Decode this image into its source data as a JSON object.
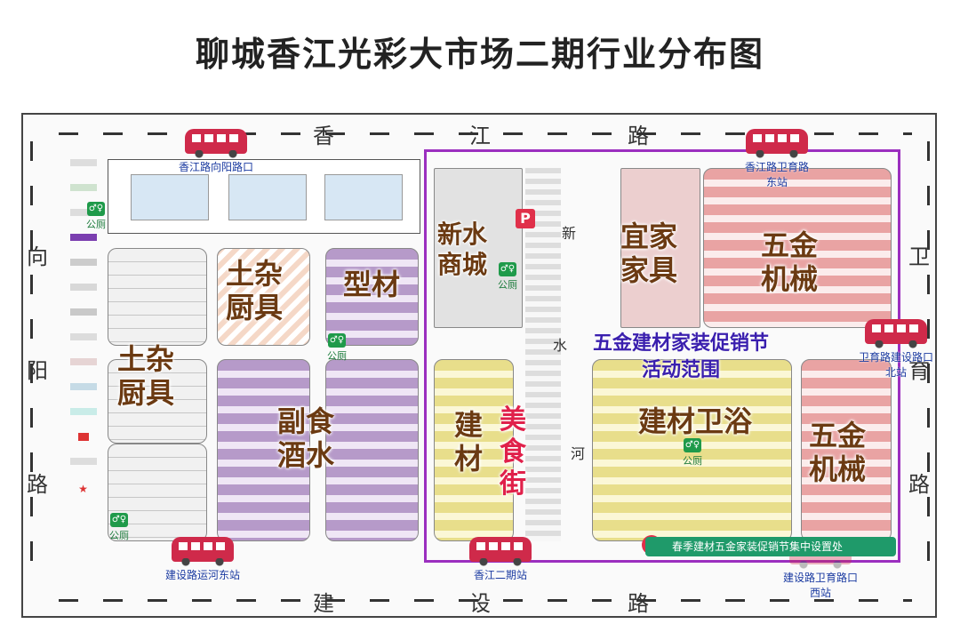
{
  "title": "聊城香江光彩大市场二期行业分布图",
  "roads": {
    "north": [
      "香",
      "江",
      "路"
    ],
    "south": [
      "建",
      "设",
      "路"
    ],
    "west": [
      "向",
      "阳",
      "路"
    ],
    "east": [
      "卫",
      "育",
      "路"
    ],
    "inner_xin": "新",
    "inner_shui": "水",
    "inner_he": "河"
  },
  "zones": {
    "tuza_north": "土杂\n厨具",
    "xingcai": "型材",
    "tuza_west": "土杂\n厨具",
    "fushi": "副食\n酒水",
    "xinshui": "新水\n商城",
    "yijia": "宜家\n家具",
    "wujin_north": "五金\n机械",
    "jiancai": "建\n材",
    "meishi": "美\n食\n街",
    "jiancai_weiyu": "建材卫浴",
    "wujin_south": "五金\n机械"
  },
  "promo": {
    "title": "五金建材家装促销节\n活动范围",
    "info": "春季建材五金家装促销节集中设置处",
    "border_color": "#9b2fbf"
  },
  "toilet_label": "公厕",
  "parking_icon": "P",
  "bus_stops": {
    "nw": "香江路向阳路口",
    "ne": "香江路卫育路\n东站",
    "e": "卫育路建设路口\n北站",
    "sw": "建设路运河东站",
    "s": "香江二期站",
    "se": "建设路卫育路口\n西站"
  },
  "colors": {
    "fushi": "#b69ac9",
    "jiancai": "#e8de8b",
    "wujin": "#e9a3a3",
    "promo_text": "#3a1fae",
    "zone_text": "#6b3a12",
    "meishi": "#e0204a",
    "bus": "#cf2a4a"
  }
}
